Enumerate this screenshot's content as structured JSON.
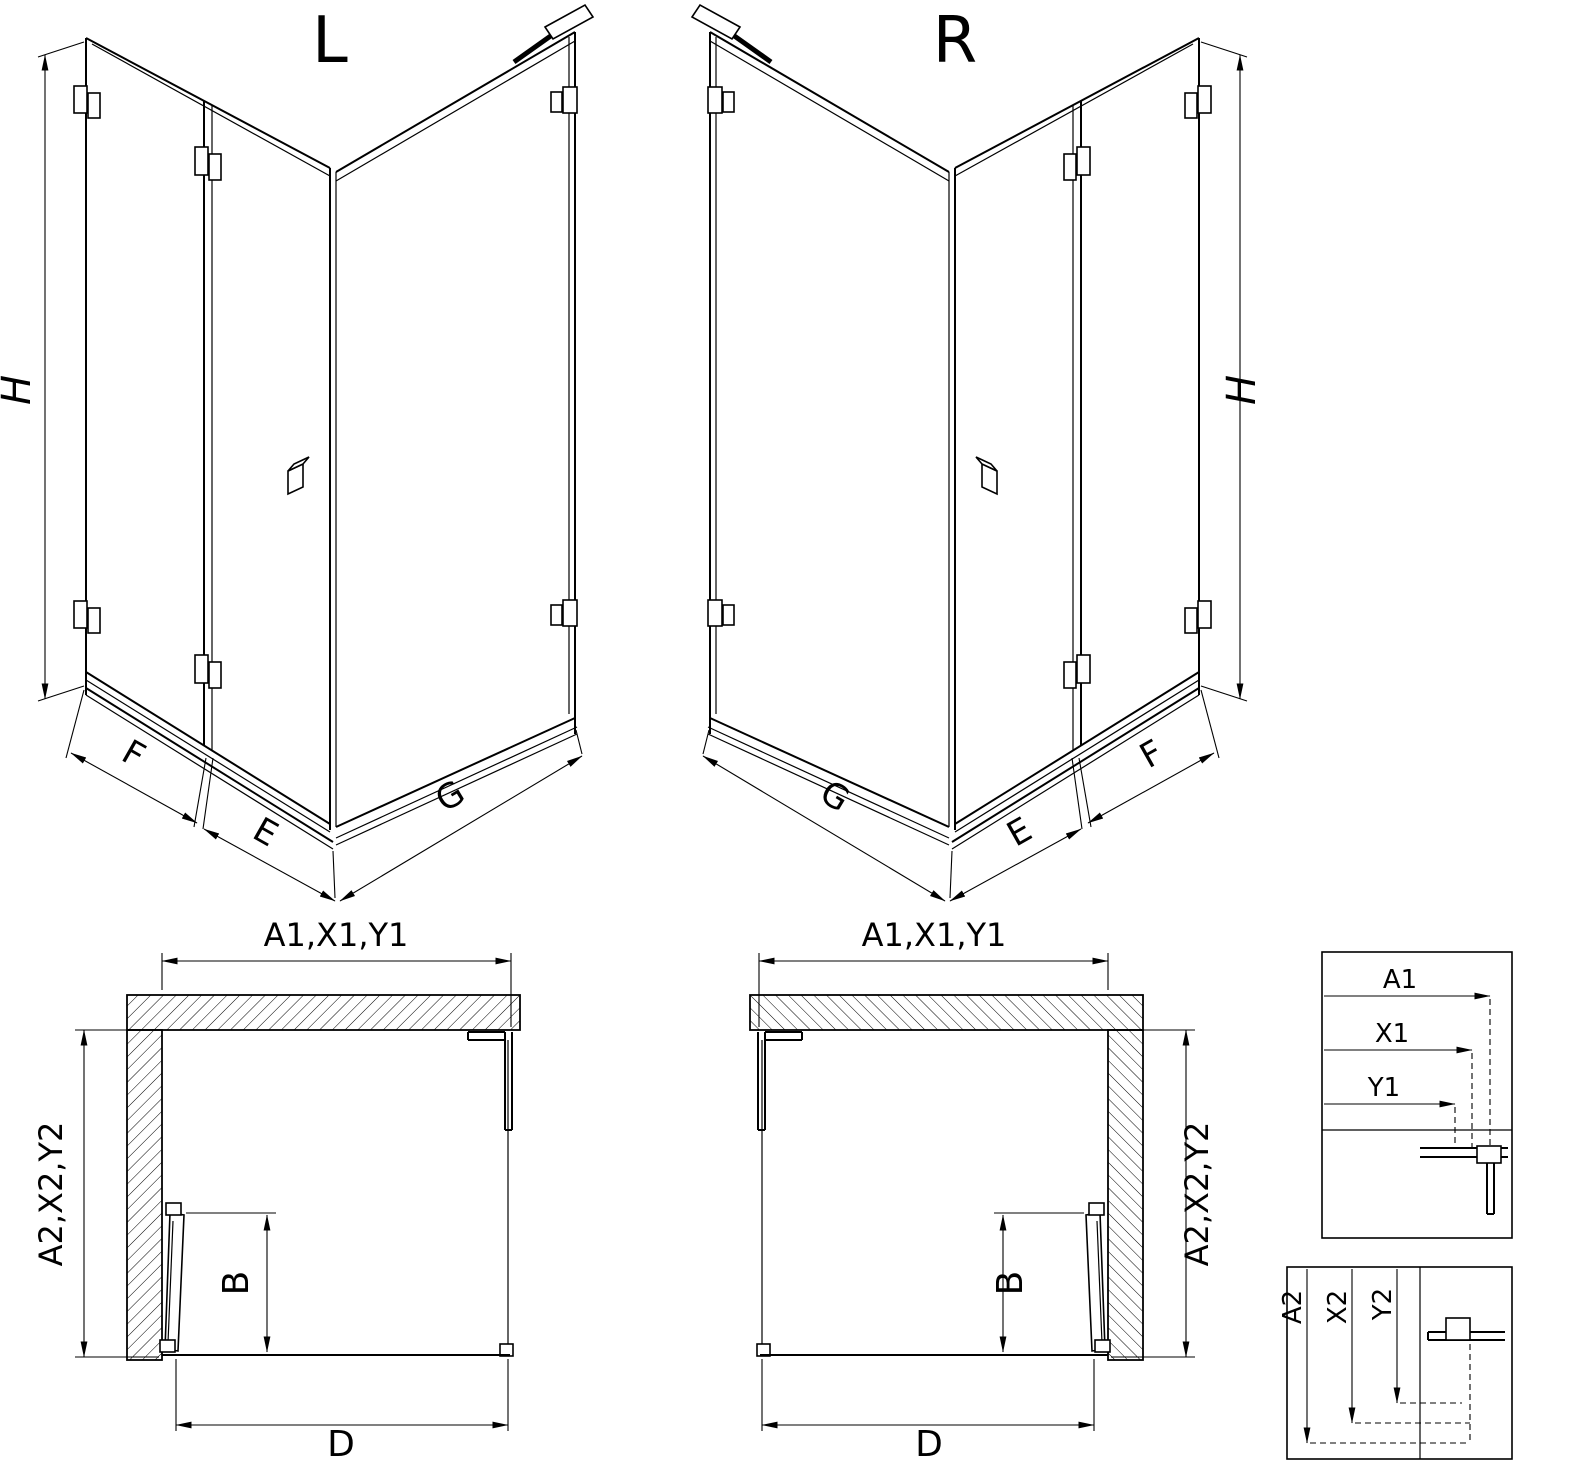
{
  "colors": {
    "line": "#000000",
    "background": "#ffffff"
  },
  "iso_left": {
    "variant": "L",
    "dim_height": "H",
    "dim_panel": "F",
    "dim_door": "E",
    "dim_side": "G"
  },
  "iso_right": {
    "variant": "R",
    "dim_height": "H",
    "dim_panel": "F",
    "dim_door": "E",
    "dim_side": "G"
  },
  "plan_left": {
    "dim_width": "A1,X1,Y1",
    "dim_depth": "A2,X2,Y2",
    "dim_entry": "B",
    "dim_front": "D"
  },
  "plan_right": {
    "dim_width": "A1,X1,Y1",
    "dim_depth": "A2,X2,Y2",
    "dim_entry": "B",
    "dim_front": "D"
  },
  "detail_width_chart": {
    "rows": [
      "A1",
      "X1",
      "Y1"
    ]
  },
  "detail_depth_chart": {
    "rows": [
      "A2",
      "X2",
      "Y2"
    ]
  }
}
